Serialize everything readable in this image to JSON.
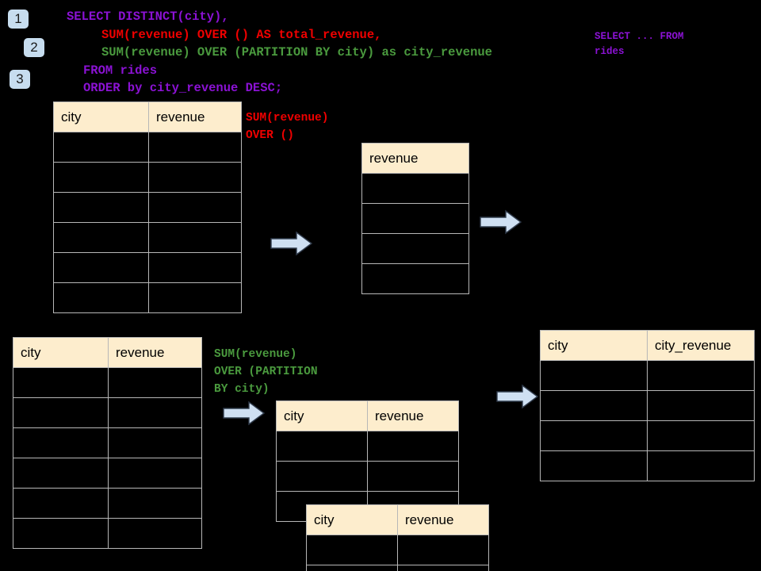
{
  "colors": {
    "background": "#000000",
    "badge_bg": "#c7ddef",
    "header_bg": "#fdedcd",
    "border": "#b7b7b7",
    "arrow_fill": "#cfe0f2",
    "arrow_stroke": "#2f3a4a",
    "keyword_purple": "#8b12d4",
    "sum_over_red": "#ef0000",
    "partition_green": "#4a9a3e"
  },
  "badges": [
    {
      "label": "1"
    },
    {
      "label": "2"
    },
    {
      "label": "3"
    }
  ],
  "sql": {
    "line1": "SELECT DISTINCT(city),",
    "line2": "SUM(revenue) OVER () AS total_revenue,",
    "line3": "SUM(revenue) OVER (PARTITION BY city) as city_revenue",
    "line4": "FROM rides",
    "line5": "ORDER by city_revenue DESC;",
    "note": "SELECT ... FROM\nrides"
  },
  "annotations": {
    "over_empty": "SUM(revenue)\nOVER ()",
    "over_partition": "SUM(revenue)\nOVER (PARTITION\nBY city)"
  },
  "tables": {
    "source_top": {
      "headers": [
        "city",
        "revenue"
      ],
      "row_count": 6
    },
    "total_revenue": {
      "headers": [
        "revenue"
      ],
      "row_count": 4
    },
    "source_bottom": {
      "headers": [
        "city",
        "revenue"
      ],
      "row_count": 6
    },
    "partition_a": {
      "headers": [
        "city",
        "revenue"
      ],
      "row_count": 3
    },
    "partition_b": {
      "headers": [
        "city",
        "revenue"
      ],
      "row_count": 2
    },
    "result": {
      "headers": [
        "city",
        "city_revenue"
      ],
      "row_count": 4
    }
  },
  "arrows": [
    {
      "name": "arrow-source-to-total"
    },
    {
      "name": "arrow-total-to-result"
    },
    {
      "name": "arrow-source-to-partition"
    },
    {
      "name": "arrow-partition-to-result"
    }
  ]
}
